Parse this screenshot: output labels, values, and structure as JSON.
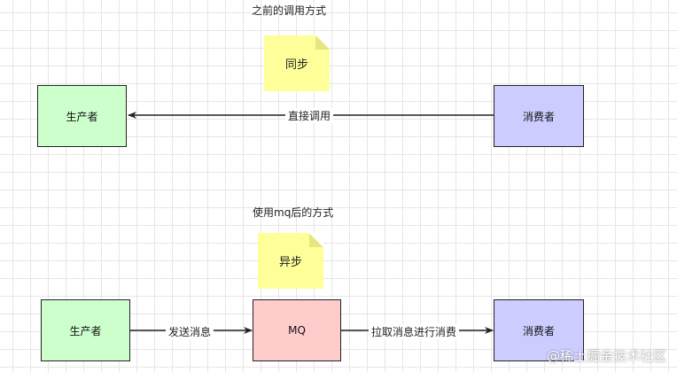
{
  "top_section": {
    "title": "之前的调用方式",
    "note": "同步",
    "producer": "生产者",
    "consumer": "消费者",
    "edge_label": "直接调用"
  },
  "bottom_section": {
    "title": "使用mq后的方式",
    "note": "异步",
    "producer": "生产者",
    "broker": "MQ",
    "consumer": "消费者",
    "edge_send": "发送消息",
    "edge_pull": "拉取消息进行消费"
  },
  "watermark": "@稀土掘金技术社区",
  "colors": {
    "producer": "#ccffcc",
    "consumer": "#ccccff",
    "broker": "#ffcccc",
    "note": "#ffff99"
  }
}
